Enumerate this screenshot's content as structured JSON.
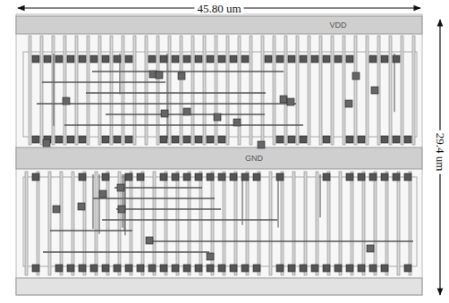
{
  "diagram": {
    "labels": [
      "45.80 um",
      "29.4 um",
      "VDD",
      "GND"
    ]
  }
}
